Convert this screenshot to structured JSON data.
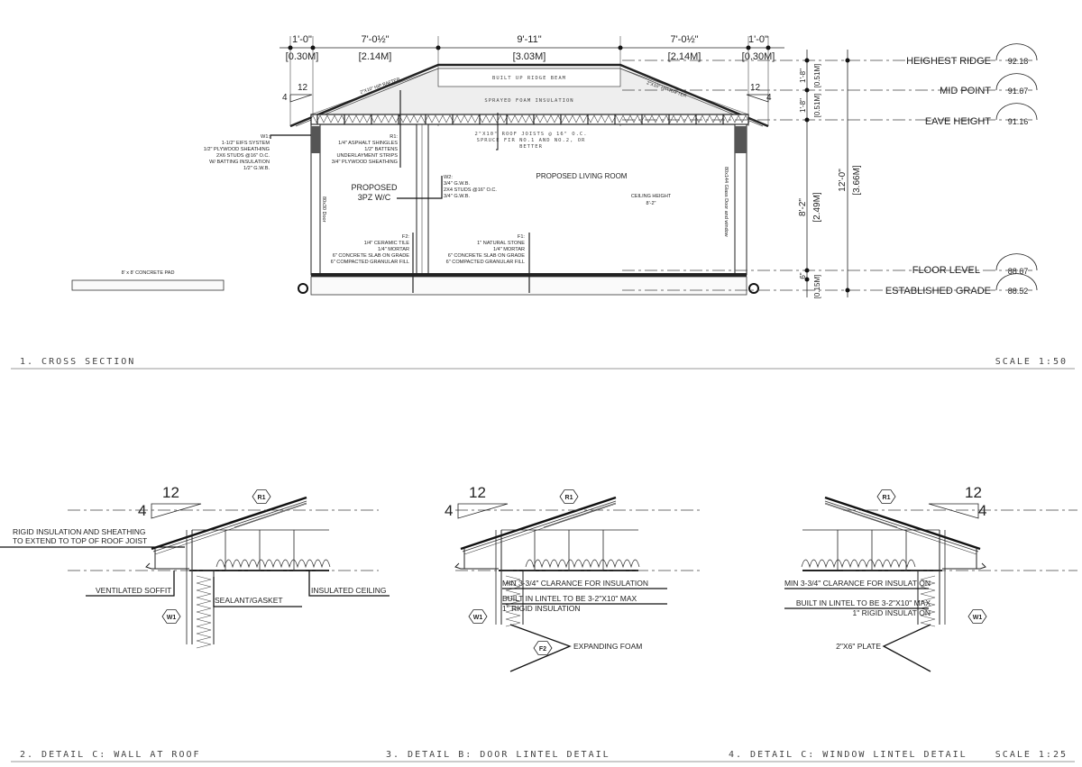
{
  "cross_section": {
    "title": "1. CROSS SECTION",
    "scale": "SCALE 1:50",
    "top_dims": [
      {
        "imperial": "1'-0\"",
        "metric": "[0.30M]"
      },
      {
        "imperial": "7'-0½\"",
        "metric": "[2.14M]"
      },
      {
        "imperial": "9'-11\"",
        "metric": "[3.03M]"
      },
      {
        "imperial": "7'-0½\"",
        "metric": "[2.14M]"
      },
      {
        "imperial": "1'-0\"",
        "metric": "[0.30M]"
      }
    ],
    "slope": {
      "run": "12",
      "rise": "4"
    },
    "roof_labels": {
      "ridge_beam": "BUILT UP RIDGE BEAM",
      "spray_foam": "SPRAYED FOAM INSULATION",
      "hip_rafter_left": "2\"X10\" HIP RAFTER",
      "hip_rafter_right": "2\"X10\" HIP RAFTER",
      "roof_joists": [
        "2\"X10\" ROOF JOISTS @ 16\" O.C.",
        "SPRUCE FIR NO.1 AND NO.2, OR",
        "BETTER"
      ]
    },
    "w1": [
      "W1:",
      "1-1/2\" EIFS SYSTEM",
      "1/2\" PLYWOOD SHEATHING",
      "2X6 STUDS @16\" O.C.",
      "W/ BATTING INSULATION",
      "1/2\" G.W.B."
    ],
    "r1": [
      "R1:",
      "1/4\" ASPHALT SHINGLES",
      "1/2\" BATTENS",
      "UNDERLAYMENT STRIPS",
      "3/4\" PLYWOOD SHEATHING"
    ],
    "w2": [
      "W2:",
      "3/4\" G.W.B.",
      "2X4 STUDS @16\" O.C.",
      "3/4\" G.W.B."
    ],
    "f2": [
      "F2:",
      "1/4\" CERAMIC TILE",
      "1/4\" MORTAR",
      "6\" CONCRETE SLAB ON GRADE",
      "6\" COMPACTED GRANULAR FILL"
    ],
    "f1": [
      "F1:",
      "1\" NATURAL STONE",
      "1/4\" MORTAR",
      "6\" CONCRETE SLAB ON GRADE",
      "6\" COMPACTED GRANULAR FILL"
    ],
    "rooms": {
      "wc": [
        "PROPOSED",
        "3PZ W/C"
      ],
      "living": "PROPOSED LIVING ROOM",
      "ceiling_height": [
        "CEILING HEIGHT",
        "8'-2\""
      ]
    },
    "door_label": "80x30 Door",
    "glass_door_label": "80x144 Glass Door and window",
    "concrete_pad": "8' x 8' CONCRETE PAD",
    "vertical_dims": [
      {
        "imperial": "1'-8\"",
        "metric": "[0.51M]"
      },
      {
        "imperial": "1'-8\"",
        "metric": "[0.51M]"
      },
      {
        "imperial": "8'-2\"",
        "metric": "[2.49M]"
      },
      {
        "imperial": "6\"",
        "metric": "[0.15M]"
      }
    ],
    "overall_dim": {
      "imperial": "12'-0\"",
      "metric": "[3.66M]"
    },
    "levels": [
      {
        "label": "HEIGHEST RIDGE",
        "value": "92.18"
      },
      {
        "label": "MID POINT",
        "value": "91.67"
      },
      {
        "label": "EAVE HEIGHT",
        "value": "91.16"
      },
      {
        "label": "FLOOR LEVEL",
        "value": "88.67"
      },
      {
        "label": "ESTABLISHED GRADE",
        "value": "88.52"
      }
    ]
  },
  "details": {
    "scale": "SCALE 1:25",
    "slope": {
      "run": "12",
      "rise": "4"
    },
    "tags": {
      "r1": "R1",
      "w1": "W1",
      "f2": "F2"
    },
    "detail_2": {
      "title": "2. DETAIL C: WALL AT ROOF",
      "notes": [
        "RIGID INSULATION AND SHEATHING",
        "TO EXTEND TO TOP OF ROOF JOIST",
        "VENTILATED SOFFIT",
        "SEALANT/GASKET",
        "INSULATED CEILING"
      ]
    },
    "detail_3": {
      "title": "3. DETAIL B: DOOR LINTEL DETAIL",
      "notes": [
        "MIN 3-3/4\" CLARANCE FOR INSULATION",
        "BUILT IN LINTEL TO BE 3-2\"X10\" MAX",
        "1\" RIGID INSULATION",
        "EXPANDING FOAM"
      ]
    },
    "detail_4": {
      "title": "4. DETAIL C: WINDOW LINTEL DETAIL",
      "notes": [
        "MIN 3-3/4\" CLARANCE FOR INSULATION",
        "BUILT IN LINTEL TO BE 3-2\"X10\" MAX",
        "1\" RIGID INSULATION",
        "2\"X6\" PLATE"
      ]
    }
  }
}
